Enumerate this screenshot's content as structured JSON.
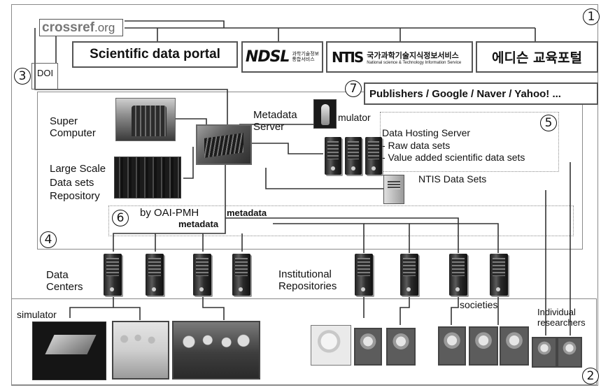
{
  "markers": [
    "1",
    "2",
    "3",
    "4",
    "5",
    "6",
    "7"
  ],
  "crossref": {
    "name": "crossref",
    "tld": ".org"
  },
  "doi_label": "DOI",
  "portals": {
    "scientific": "Scientific data portal",
    "ndsl": {
      "logo": "NDSL",
      "sub_line1": "과학기술정보",
      "sub_line2": "통합서비스"
    },
    "ntis": {
      "logo": "NTIS",
      "korean": "국가과학기술지식정보서비스",
      "english": "National science & Technology Information Service"
    },
    "edison": "에디슨 교육포털"
  },
  "publishers": "Publishers / Google  / Naver / Yahoo! ...",
  "infra": {
    "super_computer_line1": "Super",
    "super_computer_line2": "Computer",
    "large_scale_line1": "Large Scale",
    "large_scale_line2": "Data sets",
    "large_scale_line3": "Repository",
    "metadata_server_line1": "Metadata",
    "metadata_server_line2": "Server",
    "simulator_top": "mulator",
    "data_hosting_title": "Data Hosting Server",
    "data_hosting_item1": "- Raw data sets",
    "data_hosting_item2": "- Value added scientific data sets",
    "ntis_data_sets": "NTIS Data Sets",
    "oai_pmh": "by OAI-PMH",
    "metadata_a": "metadata",
    "metadata_b": "metadata"
  },
  "bottom": {
    "data_centers_line1": "Data",
    "data_centers_line2": "Centers",
    "institutional_line1": "Institutional",
    "institutional_line2": "Repositories",
    "simulator": "simulator",
    "societies": "societies",
    "individual_line1": "Individual",
    "individual_line2": "researchers"
  },
  "icons": {
    "server": "server-rack-icon",
    "photo": "people-photo",
    "portal": "portal-logo"
  }
}
